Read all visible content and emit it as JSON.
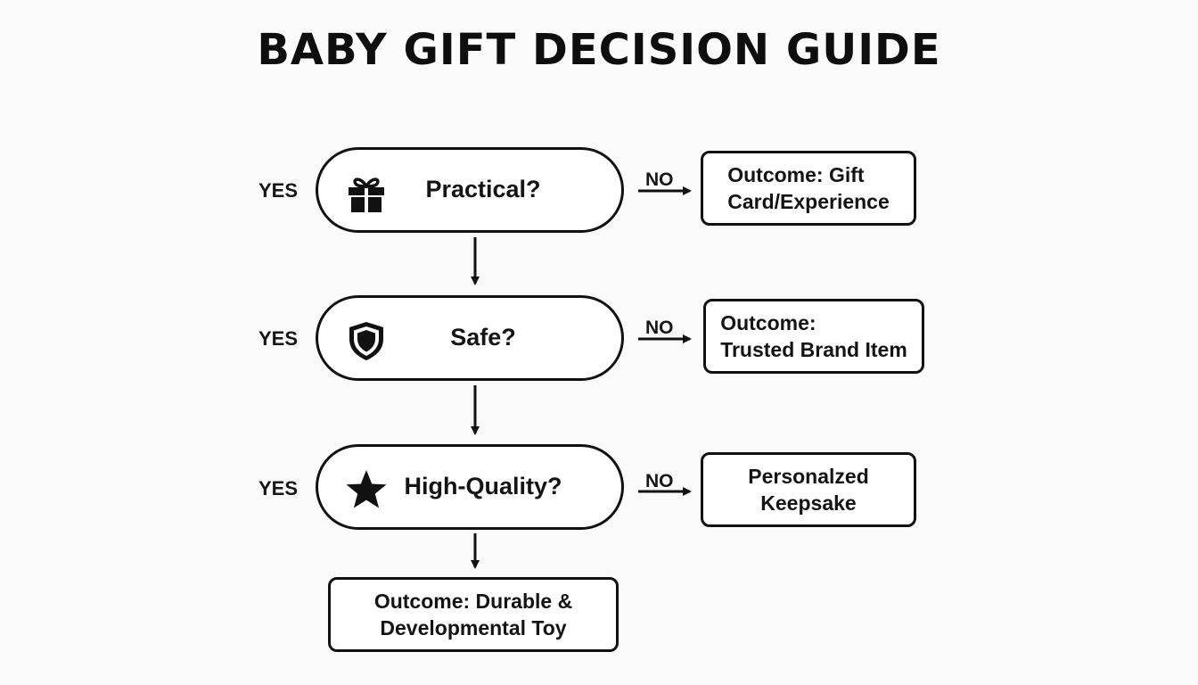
{
  "title": "BABY GIFT DECISION GUIDE",
  "yes_label": "YES",
  "no_label": "NO",
  "decisions": [
    {
      "label": "Practical?",
      "icon": "gift-icon"
    },
    {
      "label": "Safe?",
      "icon": "shield-icon"
    },
    {
      "label": "High-Quality?",
      "icon": "star-icon"
    }
  ],
  "outcomes": {
    "practical_no": "Outcome: Gift\nCard/Experience",
    "safe_no": "Outcome:\nTrusted Brand Item",
    "quality_no": "Personalzed\nKeepsake",
    "final_yes": "Outcome: Durable &\nDevelopmental Toy"
  },
  "colors": {
    "background": "#fbfbfb",
    "stroke": "#111111",
    "box_fill": "#ffffff"
  }
}
